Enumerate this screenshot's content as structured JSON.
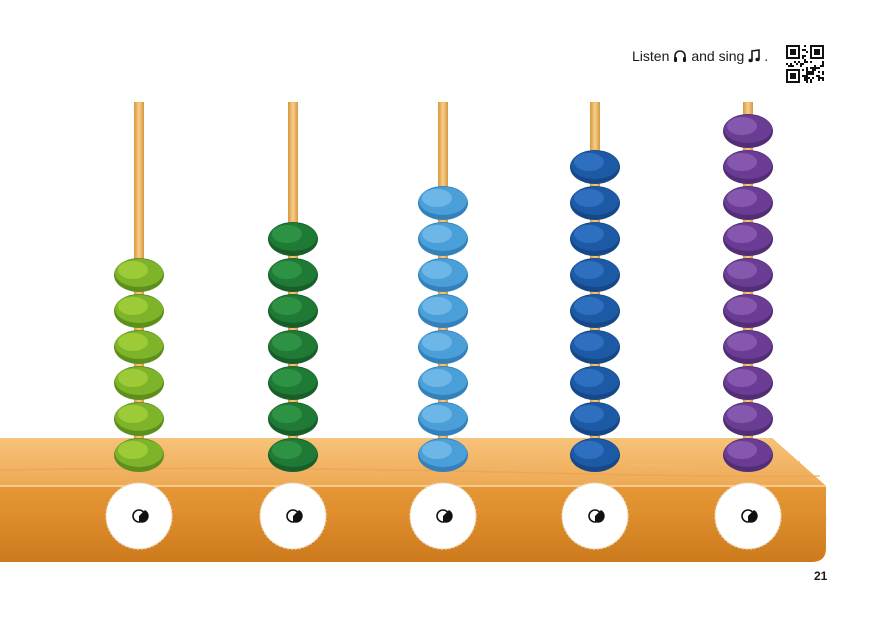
{
  "header": {
    "listen_label": "Listen",
    "sing_label": "and sing",
    "end_punct": ".",
    "headphones_icon": "headphones-icon",
    "music_note_icon": "music-note-icon",
    "qr_icon": "qr-code-icon"
  },
  "abacus": {
    "rods": [
      {
        "beads": 6,
        "color": "#7db42a",
        "highlight": "#9ccb37",
        "shadow": "#5e8f1c"
      },
      {
        "beads": 7,
        "color": "#1f7a36",
        "highlight": "#2e9245",
        "shadow": "#175e29"
      },
      {
        "beads": 8,
        "color": "#4a9fd8",
        "highlight": "#6cb7e8",
        "shadow": "#3380bb"
      },
      {
        "beads": 9,
        "color": "#1d5aa6",
        "highlight": "#2e6fbf",
        "shadow": "#164888"
      },
      {
        "beads": 10,
        "color": "#6a3c94",
        "highlight": "#8557ad",
        "shadow": "#532d76"
      }
    ],
    "board_color": "#e9a040",
    "rod_color": "#e8b05a",
    "disc_icon": "audio-play-icon"
  },
  "footer": {
    "page_number": "21"
  }
}
